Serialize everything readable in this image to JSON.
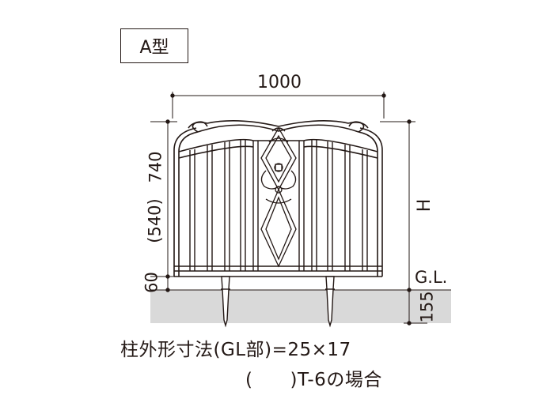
{
  "title_box": {
    "label": "A型"
  },
  "dimensions": {
    "width": "1000",
    "height_total": "740",
    "height_alt": "(540)",
    "base_clearance": "60",
    "height_symbol": "H",
    "ground_label": "G.L.",
    "embed_depth": "155"
  },
  "notes": {
    "line1": "柱外形寸法(GL部)=25×17",
    "line2": "(　　)T-6の場合"
  },
  "colors": {
    "line": "#231815",
    "ground_fill": "#d9d9d9"
  }
}
